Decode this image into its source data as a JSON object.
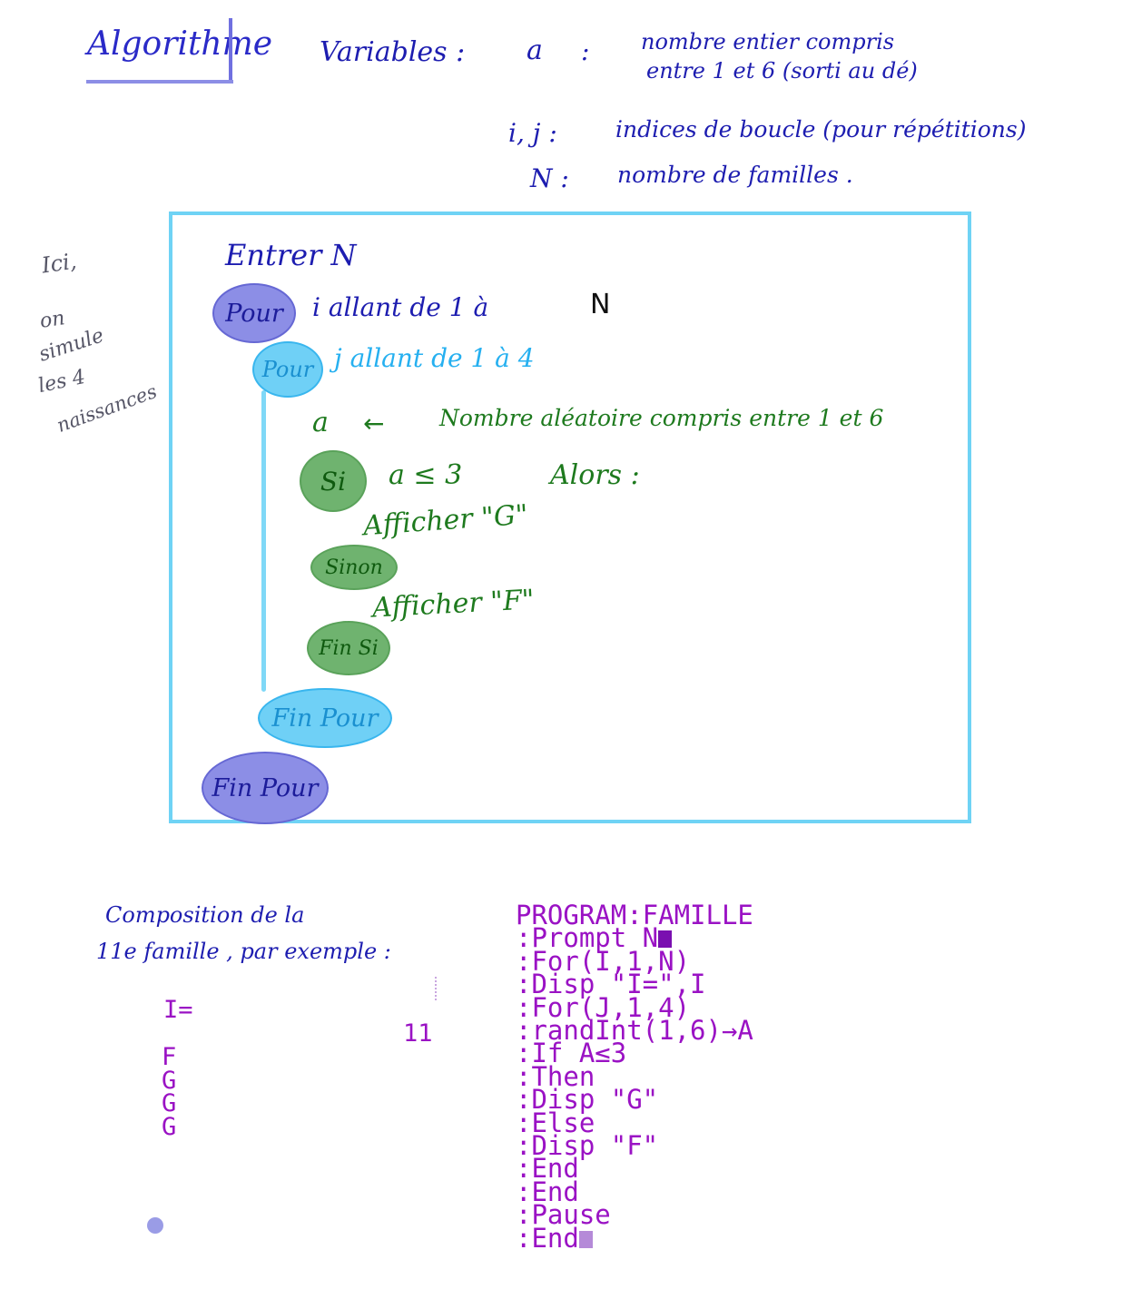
{
  "header": {
    "title": "Algorithme",
    "variables_label": "Variables :",
    "var_a_name": "a",
    "var_a_sep": ":",
    "var_a_desc_line1": "nombre entier compris",
    "var_a_desc_line2": "entre 1 et 6 (sorti au dé)",
    "var_ij_name": "i, j :",
    "var_ij_desc": "indices de boucle (pour répétitions)",
    "var_n_name": "N :",
    "var_n_desc": "nombre de familles ."
  },
  "side_note": {
    "line1": "Ici,",
    "line2": "on",
    "line3": "simule",
    "line4": "les 4",
    "line5": "naissances"
  },
  "algorithm": {
    "enter": "Entrer N",
    "outer_for_badge": "Pour",
    "outer_for_text": "i allant de 1 à",
    "outer_for_n": "N",
    "inner_for_badge": "Pour",
    "inner_for_text": "j allant de 1 à 4",
    "assign_var": "a",
    "assign_arrow": "←",
    "assign_text": "Nombre aléatoire compris entre 1 et 6",
    "if_badge": "Si",
    "if_condition": "a ≤ 3",
    "if_then": "Alors :",
    "then_action": "Afficher \"G\"",
    "else_badge": "Sinon",
    "else_action": "Afficher \"F\"",
    "end_if_badge": "Fin Si",
    "end_inner_for_badge": "Fin Pour",
    "end_outer_for_badge": "Fin Pour"
  },
  "example": {
    "caption_line1": "Composition de la",
    "caption_line2": "11e famille , par exemple :",
    "screen_label": "I=",
    "screen_value": "11",
    "results": [
      "F",
      "G",
      "G",
      "G"
    ]
  },
  "program": {
    "title": "PROGRAM:FAMILLE",
    "lines": [
      ":Prompt N",
      ":For(I,1,N)",
      ":Disp \"I=\",I",
      ":For(J,1,4)",
      ":randInt(1,6)→A",
      ":If A≤3",
      ":Then",
      ":Disp \"G\"",
      ":Else",
      ":Disp \"F\"",
      ":End",
      ":End",
      ":Pause",
      ":End"
    ]
  }
}
